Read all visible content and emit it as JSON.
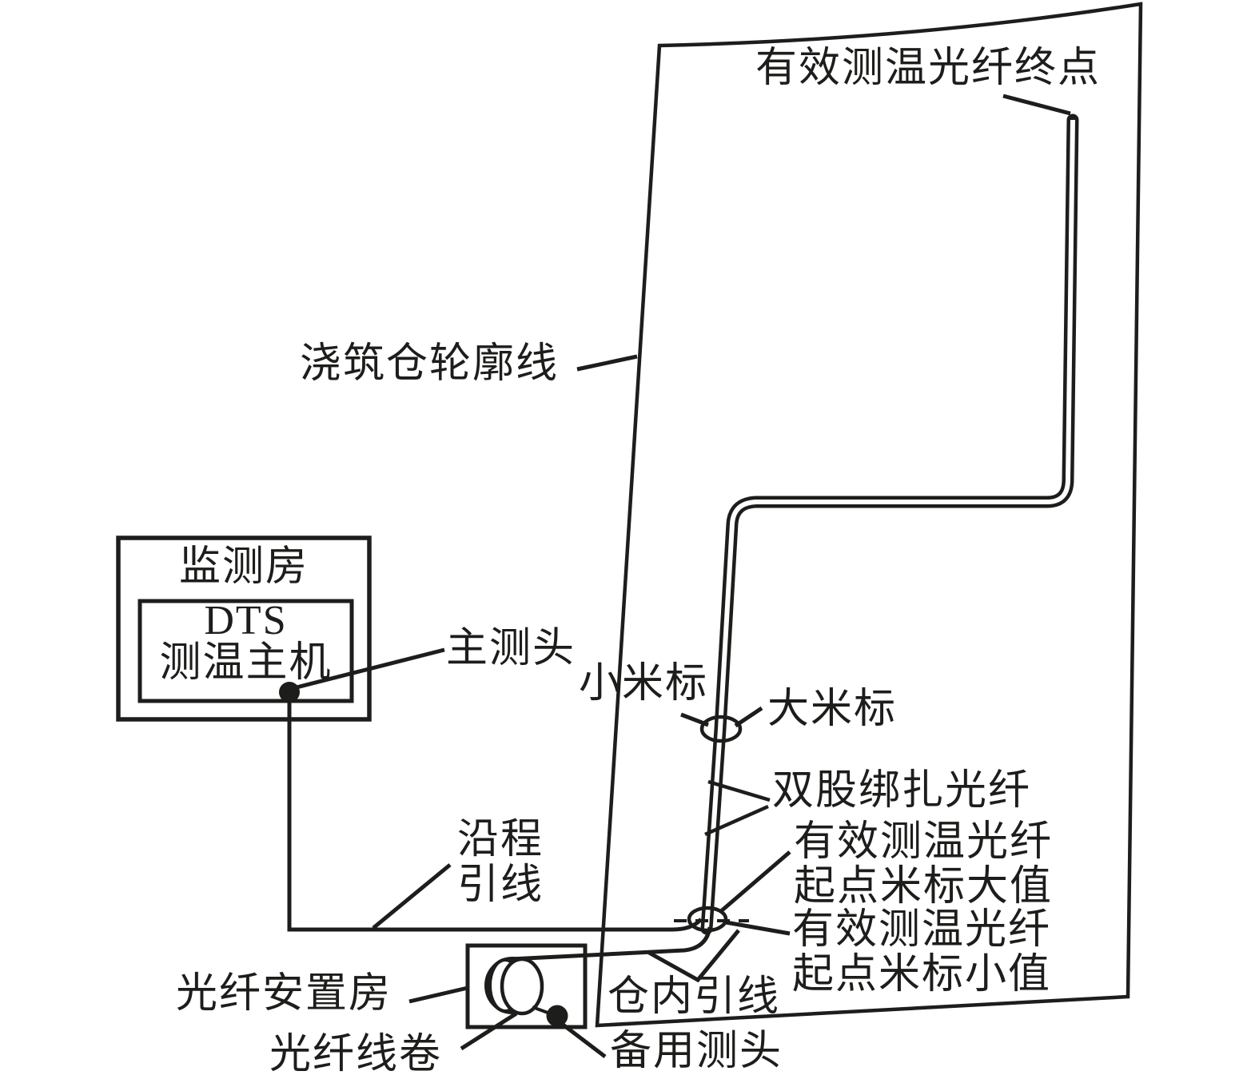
{
  "diagram": {
    "title_context": "DTS distributed fiber temperature measurement layout in a concrete pouring block",
    "colors": {
      "ink": "#1d1d1b",
      "background": "#ffffff"
    },
    "labels": {
      "fiber_end": "有效测温光纤终点",
      "outline": "浇筑仓轮廓线",
      "room_title": "监测房",
      "dts_line1": "DTS",
      "dts_line2": "测温主机",
      "main_probe": "主测头",
      "small_meter": "小米标",
      "big_meter": "大米标",
      "double_fiber": "双股绑扎光纤",
      "start_large_1": "有效测温光纤",
      "start_large_2": "起点米标大值",
      "start_small_1": "有效测温光纤",
      "start_small_2": "起点米标小值",
      "along_lead_1": "沿程",
      "along_lead_2": "引线",
      "fiber_room": "光纤安置房",
      "in_bin_lead": "仓内引线",
      "coil": "光纤线卷",
      "backup_probe": "备用测头"
    }
  }
}
